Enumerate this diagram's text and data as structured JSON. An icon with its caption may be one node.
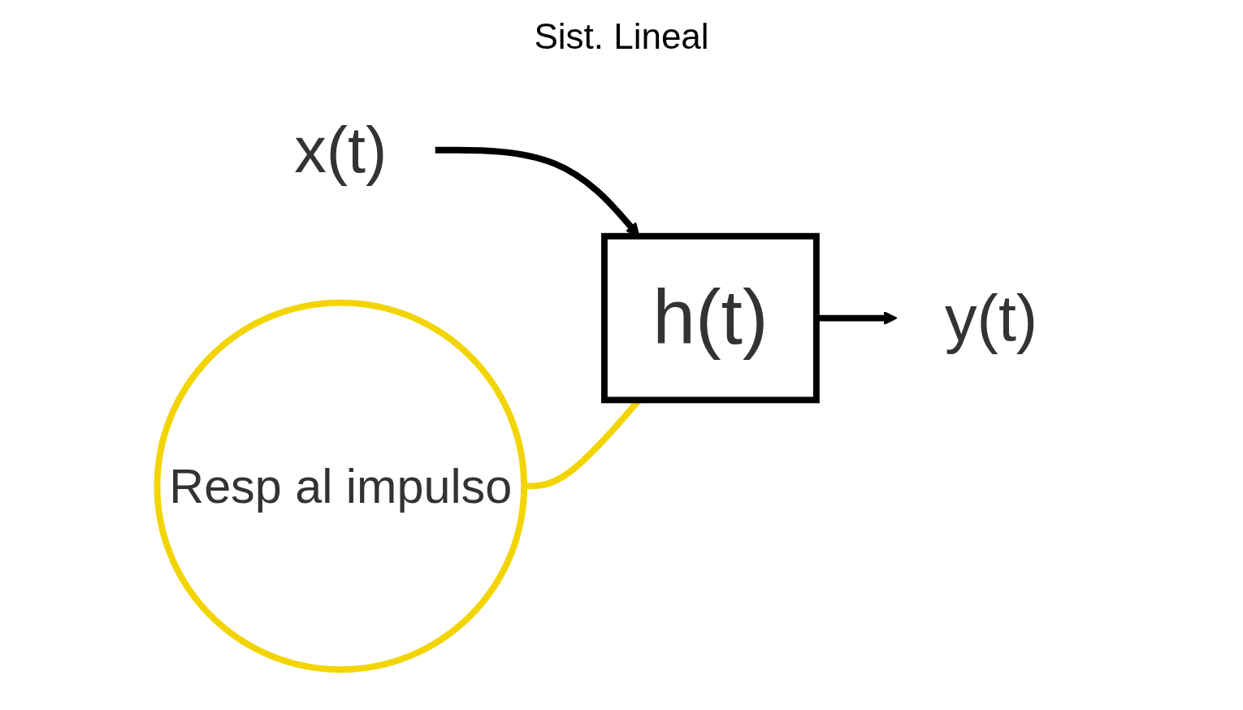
{
  "diagram": {
    "title": "Sist. Lineal",
    "nodes": [
      {
        "text": [
          "x(t)"
        ]
      },
      {
        "text": [
          "h(t)"
        ]
      },
      {
        "text": [
          "y(t)"
        ]
      },
      {
        "text": [
          "Resp al impulso"
        ]
      }
    ],
    "edges": [
      {
        "from": 0,
        "to": 1,
        "arrow": "to"
      },
      {
        "from": 1,
        "to": 2,
        "arrow": "to"
      },
      {
        "from": 3,
        "to": 1,
        "arrow": "none",
        "color": "#f2d500"
      }
    ]
  }
}
